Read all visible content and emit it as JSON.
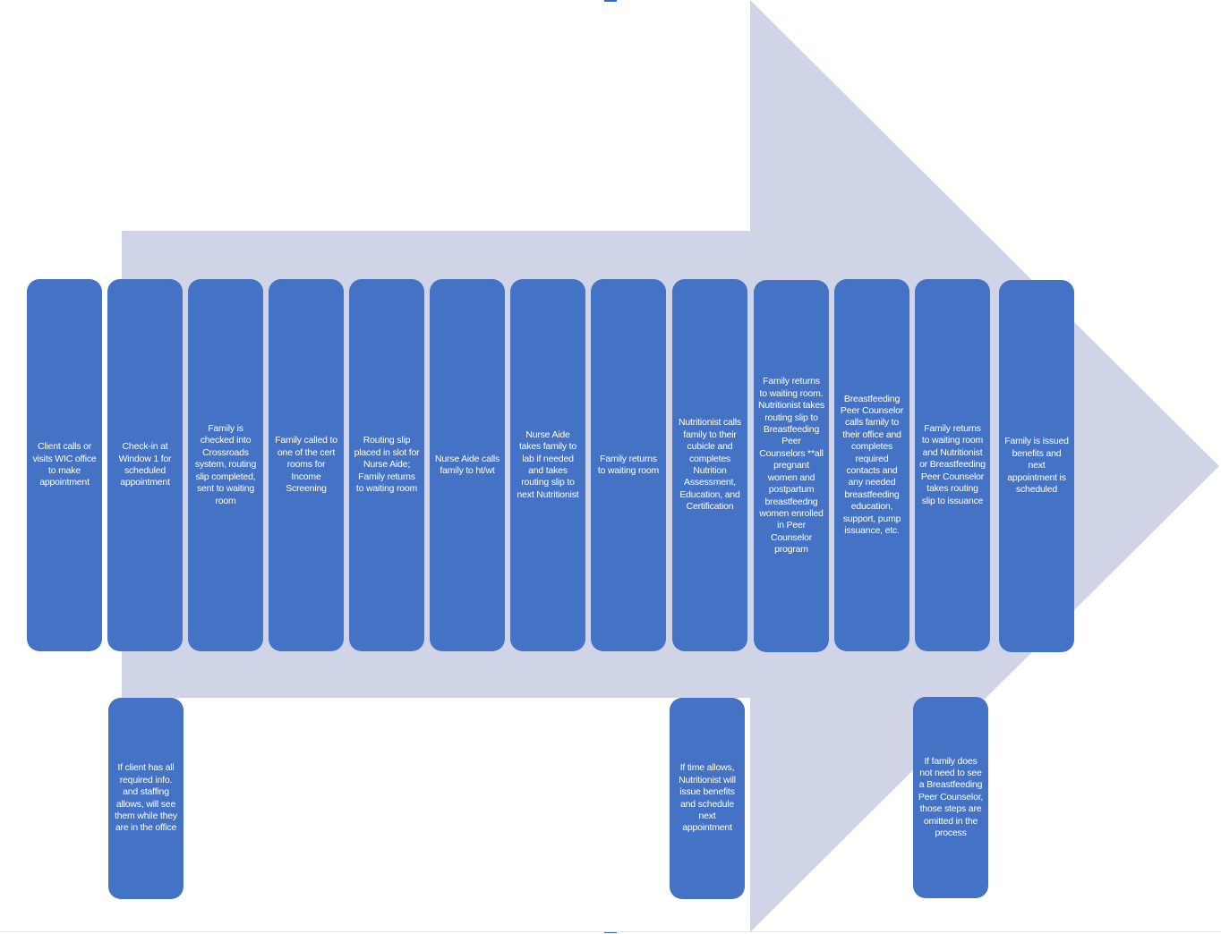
{
  "colors": {
    "arrow": "#cfd5e7",
    "box": "#4472c4",
    "text": "#ffffff",
    "selection_handle": "#2b6fd6"
  },
  "steps": [
    {
      "id": "step-01",
      "text": "Client calls or visits WIC office to make appointment"
    },
    {
      "id": "step-02",
      "text": "Check-in at Window 1 for scheduled appointment"
    },
    {
      "id": "step-03",
      "text": "Family is checked into Crossroads system, routing slip completed, sent to waiting room"
    },
    {
      "id": "step-04",
      "text": "Family called to one of the cert rooms for Income Screening"
    },
    {
      "id": "step-05",
      "text": "Routing slip placed in slot for Nurse Aide; Family returns to waiting room"
    },
    {
      "id": "step-06",
      "text": "Nurse Aide calls family to ht/wt"
    },
    {
      "id": "step-07",
      "text": "Nurse Aide takes family to lab if needed and takes routing slip to next Nutritionist"
    },
    {
      "id": "step-08",
      "text": "Family returns to waiting room"
    },
    {
      "id": "step-09",
      "text": "Nutritionist calls family to their cubicle and completes Nutrition Assessment, Education, and Certification"
    },
    {
      "id": "step-10",
      "text": "Family returns to waiting room. Nutritionist takes routing slip to Breastfeeding Peer Counselors **all pregnant women and postpartum breastfeedng women enrolled in Peer Counselor program"
    },
    {
      "id": "step-11",
      "text": "Breastfeeding Peer Counselor calls family to their office and completes required contacts and any needed breastfeeding education, support, pump issuance, etc."
    },
    {
      "id": "step-12",
      "text": "Family returns to waiting room and Nutritionist or Breastfeeding Peer Counselor takes routing slip to issuance"
    },
    {
      "id": "step-13",
      "text": "Family is issued benefits and next appointment is scheduled"
    }
  ],
  "notes": [
    {
      "id": "note-check-in",
      "text": "If client has all required info. and staffing allows, will see them while they are in the office"
    },
    {
      "id": "note-nutritionist",
      "text": "If time allows, Nutritionist will issue benefits and schedule next appointment"
    },
    {
      "id": "note-peer-counselor",
      "text": "If family does not need to see a Breastfeeding Peer Counselor, those steps are omitted in the process"
    }
  ]
}
